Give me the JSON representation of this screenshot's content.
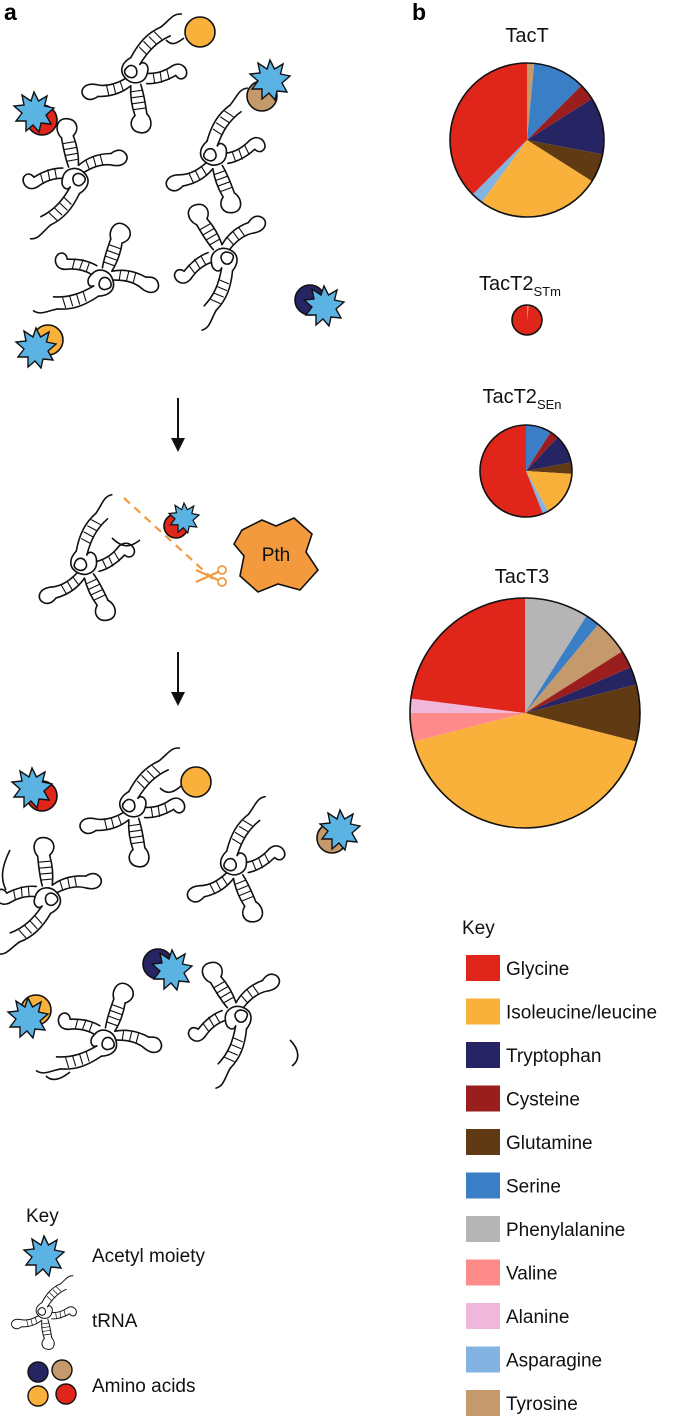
{
  "panels": {
    "a": "a",
    "b": "b"
  },
  "panel_a": {
    "enzyme_label": "Pth",
    "key": {
      "title": "Key",
      "items": [
        {
          "label": "Acetyl moiety",
          "icon": "acetyl-star-icon"
        },
        {
          "label": "tRNA",
          "icon": "trna-icon"
        },
        {
          "label": "Amino acids",
          "icon": "amino-acid-circles-icon"
        }
      ]
    },
    "colors": {
      "acetyl": "#5BB3E3",
      "glycine": "#E0261B",
      "isoleucine_leucine": "#F9B13B",
      "tryptophan": "#272463",
      "tyrosine": "#C49A6C",
      "pth": "#F29A3D"
    }
  },
  "panel_b": {
    "key": {
      "title": "Key",
      "items": [
        {
          "label": "Glycine",
          "color": "#E0261B"
        },
        {
          "label": "Isoleucine/leucine",
          "color": "#F9B13B"
        },
        {
          "label": "Tryptophan",
          "color": "#272463"
        },
        {
          "label": "Cysteine",
          "color": "#9A1E1E"
        },
        {
          "label": "Glutamine",
          "color": "#603A13"
        },
        {
          "label": "Serine",
          "color": "#3A7FC5"
        },
        {
          "label": "Phenylalanine",
          "color": "#B5B5B5"
        },
        {
          "label": "Valine",
          "color": "#FF8A8A"
        },
        {
          "label": "Alanine",
          "color": "#EFB8DA"
        },
        {
          "label": "Asparagine",
          "color": "#82B3E1"
        },
        {
          "label": "Tyrosine",
          "color": "#C49A6C"
        }
      ]
    }
  },
  "chart_data": [
    {
      "type": "pie",
      "title": "TacT",
      "subscript": "",
      "size": "large",
      "slices": [
        {
          "label": "Tyrosine",
          "value": 1.5
        },
        {
          "label": "Serine",
          "value": 11
        },
        {
          "label": "Cysteine",
          "value": 3.5
        },
        {
          "label": "Tryptophan",
          "value": 12
        },
        {
          "label": "Glutamine",
          "value": 6
        },
        {
          "label": "Isoleucine/leucine",
          "value": 26
        },
        {
          "label": "Asparagine",
          "value": 2.5
        },
        {
          "label": "Glycine",
          "value": 37.5
        }
      ]
    },
    {
      "type": "pie",
      "title": "TacT2",
      "subscript": "STm",
      "size": "tiny",
      "slices": [
        {
          "label": "Tyrosine",
          "value": 2
        },
        {
          "label": "Glycine",
          "value": 98
        }
      ]
    },
    {
      "type": "pie",
      "title": "TacT2",
      "subscript": "SEn",
      "size": "small",
      "slices": [
        {
          "label": "Serine",
          "value": 9
        },
        {
          "label": "Cysteine",
          "value": 3
        },
        {
          "label": "Tryptophan",
          "value": 10
        },
        {
          "label": "Glutamine",
          "value": 4
        },
        {
          "label": "Isoleucine/leucine",
          "value": 16
        },
        {
          "label": "Asparagine",
          "value": 2
        },
        {
          "label": "Glycine",
          "value": 56
        }
      ]
    },
    {
      "type": "pie",
      "title": "TacT3",
      "subscript": "",
      "size": "xlarge",
      "slices": [
        {
          "label": "Phenylalanine",
          "value": 9
        },
        {
          "label": "Serine",
          "value": 2
        },
        {
          "label": "Tyrosine",
          "value": 5
        },
        {
          "label": "Cysteine",
          "value": 2.5
        },
        {
          "label": "Tryptophan",
          "value": 2.5
        },
        {
          "label": "Glutamine",
          "value": 8
        },
        {
          "label": "Isoleucine/leucine",
          "value": 42
        },
        {
          "label": "Valine",
          "value": 4
        },
        {
          "label": "Alanine",
          "value": 2
        },
        {
          "label": "Glycine",
          "value": 23
        }
      ]
    }
  ]
}
